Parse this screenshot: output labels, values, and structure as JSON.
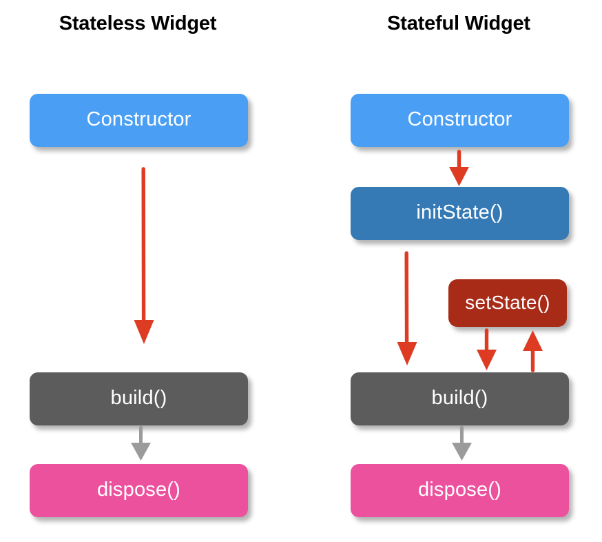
{
  "diagram": {
    "title_left": "Stateless Widget",
    "title_right": "Stateful Widget",
    "background": "#ffffff",
    "colors": {
      "constructor": "#4a9ff5",
      "init_state": "#3579b5",
      "set_state": "#a82b18",
      "build": "#5c5c5c",
      "dispose": "#ec519e",
      "arrow_red": "#dd3b22",
      "arrow_gray": "#9b9b9b",
      "title_text": "#000000",
      "node_text": "#ffffff"
    },
    "columns": [
      {
        "name": "stateless",
        "title": "Stateless Widget",
        "nodes": [
          {
            "id": "constructor",
            "label": "Constructor",
            "color": "constructor"
          },
          {
            "id": "build",
            "label": "build()",
            "color": "build"
          },
          {
            "id": "dispose",
            "label": "dispose()",
            "color": "dispose"
          }
        ],
        "edges": [
          {
            "from": "constructor",
            "to": "build",
            "color": "arrow_red",
            "direction": "down"
          },
          {
            "from": "build",
            "to": "dispose",
            "color": "arrow_gray",
            "direction": "down"
          }
        ]
      },
      {
        "name": "stateful",
        "title": "Stateful Widget",
        "nodes": [
          {
            "id": "constructor",
            "label": "Constructor",
            "color": "constructor"
          },
          {
            "id": "initState",
            "label": "initState()",
            "color": "init_state"
          },
          {
            "id": "setState",
            "label": "setState()",
            "color": "set_state"
          },
          {
            "id": "build",
            "label": "build()",
            "color": "build"
          },
          {
            "id": "dispose",
            "label": "dispose()",
            "color": "dispose"
          }
        ],
        "edges": [
          {
            "from": "constructor",
            "to": "initState",
            "color": "arrow_red",
            "direction": "down"
          },
          {
            "from": "initState",
            "to": "build",
            "color": "arrow_red",
            "direction": "down"
          },
          {
            "from": "setState",
            "to": "build",
            "color": "arrow_red",
            "direction": "down"
          },
          {
            "from": "build",
            "to": "setState",
            "color": "arrow_red",
            "direction": "up"
          },
          {
            "from": "build",
            "to": "dispose",
            "color": "arrow_gray",
            "direction": "down"
          }
        ]
      }
    ],
    "labels": {
      "constructor": "Constructor",
      "init_state": "initState()",
      "set_state": "setState()",
      "build": "build()",
      "dispose": "dispose()"
    }
  }
}
